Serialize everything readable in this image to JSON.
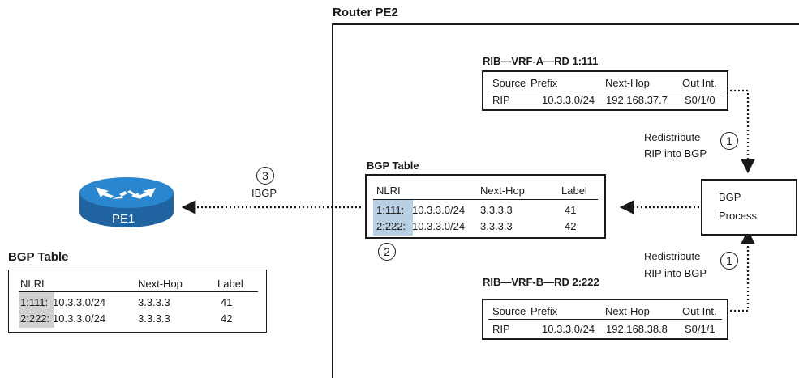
{
  "router_pe2": {
    "title": "Router PE2"
  },
  "rib_a": {
    "title": "RIB—VRF-A—RD 1:111",
    "headers": [
      "Source",
      "Prefix",
      "Next-Hop",
      "Out Int."
    ],
    "row": [
      "RIP",
      "10.3.3.0/24",
      "192.168.37.7",
      "S0/1/0"
    ]
  },
  "rib_b": {
    "title": "RIB—VRF-B—RD 2:222",
    "headers": [
      "Source",
      "Prefix",
      "Next-Hop",
      "Out Int."
    ],
    "row": [
      "RIP",
      "10.3.3.0/24",
      "192.168.38.8",
      "S0/1/1"
    ]
  },
  "redistribute_top": {
    "line1": "Redistribute",
    "line2": "RIP into BGP",
    "step": "1"
  },
  "redistribute_bottom": {
    "line1": "Redistribute",
    "line2": "RIP into BGP",
    "step": "1"
  },
  "bgp_process": {
    "line1": "BGP",
    "line2": "Process"
  },
  "pe2_bgp_table": {
    "title": "BGP Table",
    "headers": [
      "NLRI",
      "Next-Hop",
      "Label"
    ],
    "rows": [
      {
        "rd": "1:111:",
        "prefix": "10.3.3.0/24",
        "nexthop": "3.3.3.3",
        "label": "41"
      },
      {
        "rd": "2:222:",
        "prefix": "10.3.3.0/24",
        "nexthop": "3.3.3.3",
        "label": "42"
      }
    ],
    "step": "2"
  },
  "ibgp": {
    "label": "IBGP",
    "step": "3"
  },
  "pe1": {
    "label": "PE1",
    "colors": {
      "top": "#2a7fc4",
      "side": "#1f63a0"
    }
  },
  "pe1_bgp_table": {
    "title": "BGP Table",
    "headers": [
      "NLRI",
      "Next-Hop",
      "Label"
    ],
    "rows": [
      {
        "rd": "1:111:",
        "prefix": "10.3.3.0/24",
        "nexthop": "3.3.3.3",
        "label": "41"
      },
      {
        "rd": "2:222:",
        "prefix": "10.3.3.0/24",
        "nexthop": "3.3.3.3",
        "label": "42"
      }
    ]
  }
}
